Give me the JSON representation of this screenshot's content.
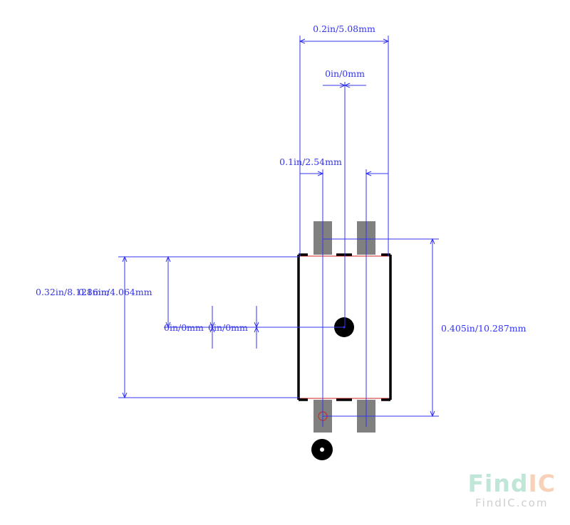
{
  "dimensions": {
    "total_width": "0.2in/5.08mm",
    "center_offset": "0in/0mm",
    "pin_pitch": "0.1in/2.54mm",
    "body_height": "0.32in/8.128mm",
    "pad_row_offset": "0.16in/4.064mm",
    "total_height": "0.405in/10.287mm",
    "offset_a": "0in/0mm",
    "offset_b": "0in/0mm"
  },
  "watermark": {
    "logo_find": "Find",
    "logo_ic": "IC",
    "url": "FindIC.com"
  },
  "colors": {
    "dimension": "#3333ee",
    "pad": "#808080",
    "outline": "#000000",
    "body_edge": "#cc2222"
  }
}
